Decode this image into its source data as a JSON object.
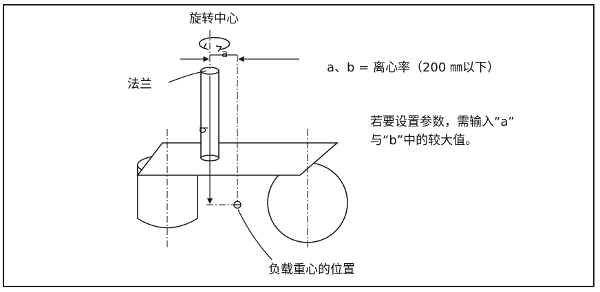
{
  "labels": {
    "rotation_center": "旋转中心",
    "flange": "法兰",
    "dim_a": "a",
    "dim_b": "b",
    "eccentricity_note": "a、b = 离心率（200 ㎜以下）",
    "instruction_line1": "若要设置参数，需输入“a”",
    "instruction_line2": "与“b”中的较大值。",
    "load_cog": "负载重心的位置"
  },
  "colors": {
    "line": "#1a1a1a",
    "frame": "#1a1a1a",
    "background": "#ffffff"
  }
}
